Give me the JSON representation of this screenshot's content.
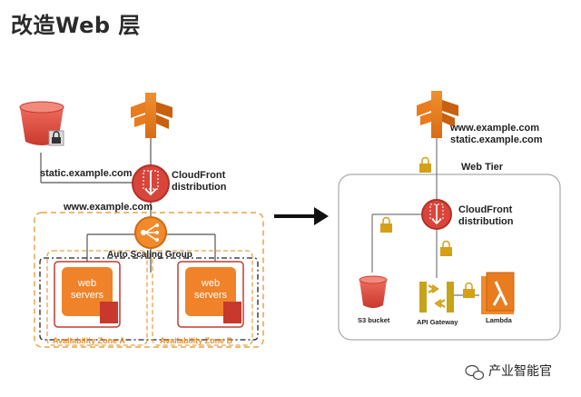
{
  "title": "改造Web 层",
  "left": {
    "static_domain": "static.example.com",
    "www_domain": "www.example.com",
    "cloudfront_label_1": "CloudFront",
    "cloudfront_label_2": "distribution",
    "asg_label": "Auto Scaling Group",
    "server_a": {
      "line1": "web",
      "line2": "servers"
    },
    "server_b": {
      "line1": "web",
      "line2": "servers"
    },
    "zone_a": "Availability Zone A",
    "zone_b": "Availability Zone B"
  },
  "right": {
    "domain_1": "www.example.com",
    "domain_2": "static.example.com",
    "tier_label": "Web Tier",
    "cloudfront_label_1": "CloudFront",
    "cloudfront_label_2": "distribution",
    "s3_label": "S3 bucket",
    "apigw_label": "API Gateway",
    "lambda_label": "Lambda"
  },
  "watermark": {
    "text": "产业智能官",
    "icon": "wechat-icon"
  },
  "colors": {
    "aws_orange": "#e8912b",
    "route53_orange": "#e87c1e",
    "s3_red": "#e05243",
    "cloudfront_red": "#d9453b",
    "lock_gold": "#d4a017",
    "server_orange": "#f0832a"
  }
}
